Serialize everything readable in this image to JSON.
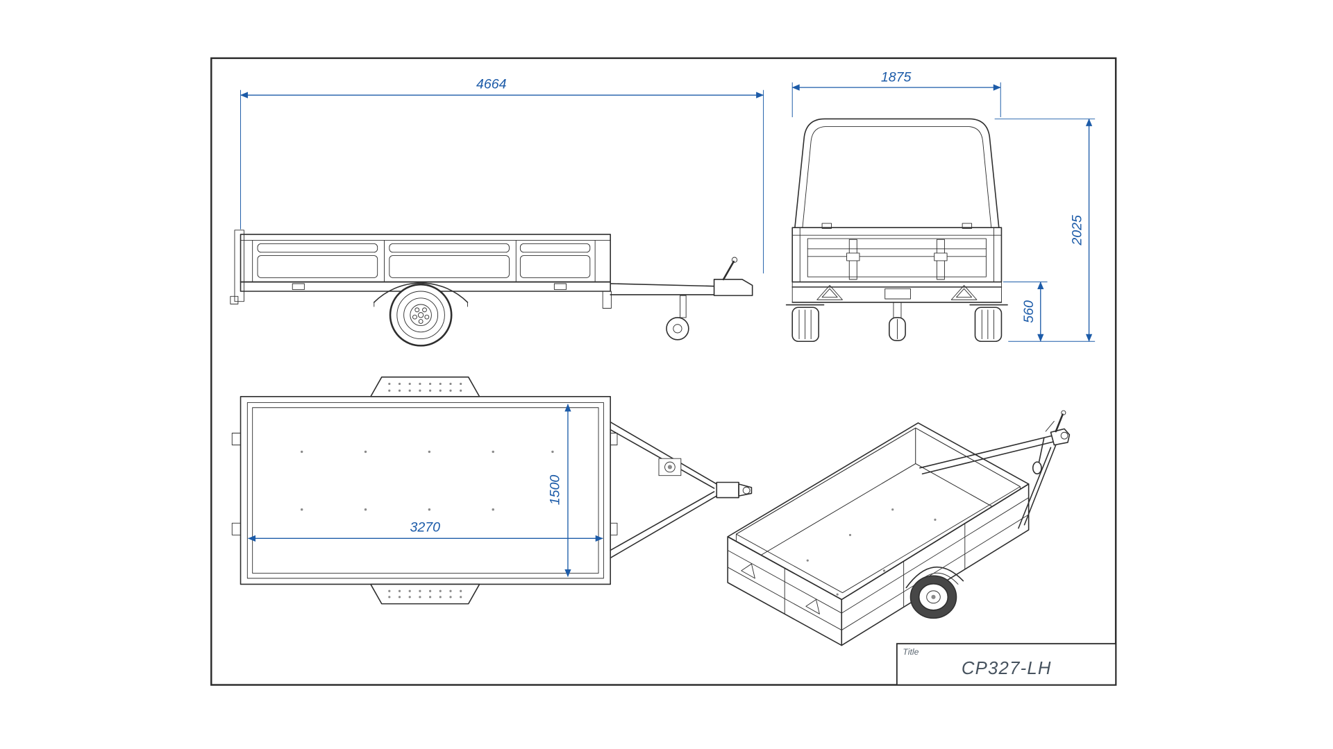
{
  "sheet": {
    "background": "#ffffff",
    "border_color": "#2b2b2b"
  },
  "colors": {
    "dimension": "#1c5ba8",
    "line": "#2e2e2e",
    "title_text": "#46525e"
  },
  "title_block": {
    "label": "Title",
    "value": "CP327-LH"
  },
  "dimensions": {
    "overall_length": "4664",
    "overall_width": "1875",
    "overall_height": "2025",
    "loading_height": "560",
    "inner_width": "1500",
    "inner_length": "3270"
  }
}
